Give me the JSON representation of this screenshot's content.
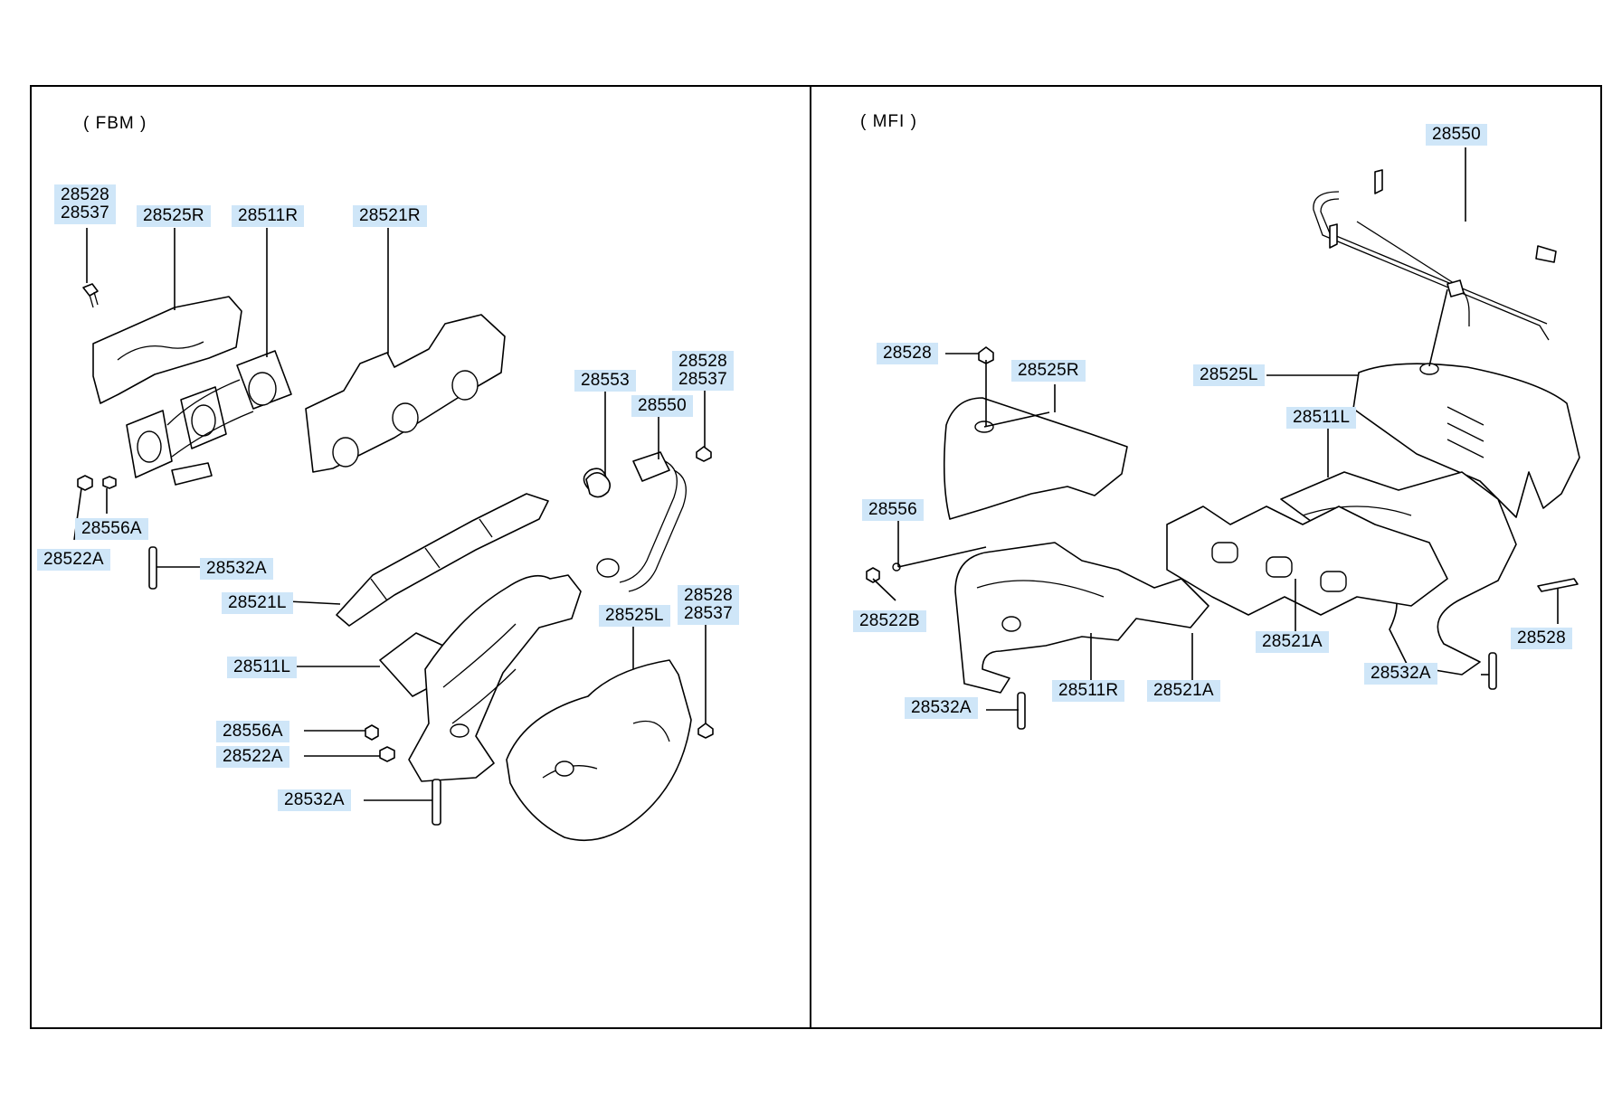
{
  "sections": {
    "left": {
      "title": "( FBM )"
    },
    "right": {
      "title": "( MFI )"
    }
  },
  "callouts": {
    "l_28528_28537_top": "28528\n28537",
    "l_28525R": "28525R",
    "l_28511R": "28511R",
    "l_28521R": "28521R",
    "l_28553": "28553",
    "l_28550": "28550",
    "l_28528_28537_mid": "28528\n28537",
    "l_28556A_top": "28556A",
    "l_28522A_top": "28522A",
    "l_28532A_top": "28532A",
    "l_28521L": "28521L",
    "l_28525L": "28525L",
    "l_28528_28537_low": "28528\n28537",
    "l_28511L": "28511L",
    "l_28556A_low": "28556A",
    "l_28522A_low": "28522A",
    "l_28532A_low": "28532A",
    "r_28550": "28550",
    "r_28528_top": "28528",
    "r_28525R": "28525R",
    "r_28525L": "28525L",
    "r_28511L": "28511L",
    "r_28556": "28556",
    "r_28522B": "28522B",
    "r_28532A_left": "28532A",
    "r_28511R": "28511R",
    "r_28521A_mid": "28521A",
    "r_28521A_right": "28521A",
    "r_28532A_right": "28532A",
    "r_28528_right": "28528"
  },
  "colors": {
    "label_highlight": "#cfe6f8",
    "line": "#000000"
  }
}
